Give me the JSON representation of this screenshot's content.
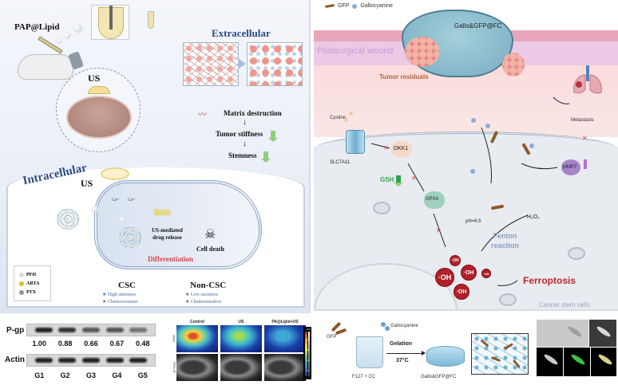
{
  "left_panel": {
    "injection_label": "PAP@Lipid",
    "us_label": "US",
    "extracellular": {
      "title": "Extracellular",
      "steps": [
        "Matrix destruction",
        "Tumor stiffness",
        "Stemness"
      ],
      "arrow_glyph": "↓"
    },
    "intracellular": {
      "title": "Intracellular",
      "us_label": "US",
      "ion_label": "Ca²⁺",
      "ros_label": "ROS",
      "drug_release_line1": "US-mediated",
      "drug_release_line2": "drug release",
      "cell_death_label": "Cell death",
      "differentiation_label": "Differentiation",
      "skull_glyph": "☠"
    },
    "legend": [
      {
        "label": "PFH",
        "color": "#d9dbe0"
      },
      {
        "label": "ARTA",
        "color": "#d4c226"
      },
      {
        "label": "PTX",
        "color": "#9e8f9a"
      }
    ],
    "csc": {
      "title": "CSC",
      "traits": [
        "★ High stemness",
        "★ Chemoresistant"
      ]
    },
    "non_csc": {
      "title": "Non-CSC",
      "traits": [
        "★ Low stemness",
        "★ Chemosensitive"
      ]
    }
  },
  "right_panel": {
    "legend": {
      "gfp": "GFP",
      "gallocyanine": "Gallocyanine"
    },
    "hydrogel_label": "Gallo&GFP@FC",
    "wound_label": "Postsurgical wound",
    "tumor_residuals_label": "Tumor residuals",
    "metastasis_label": "Metastasis",
    "cystine_label": "Cystine",
    "slc_label": "SLC7A11",
    "dkk1_label": "DKK1",
    "gsh_label": "GSH",
    "gpx4_label": "GPX4",
    "mmp7_label": "MMP7",
    "ph_label": "pH=6.5",
    "h2o2_label": "H₂O₂",
    "fenton_line1": "Fenton",
    "fenton_line2": "reaction",
    "oh_label": "·OH",
    "ferroptosis_label": "Ferroptosis",
    "cell_type_label": "Cancer stem cells",
    "colors": {
      "ferroptosis": "#c0272d",
      "gsh": "#2fa550",
      "wound": "#c89bdc"
    }
  },
  "western_blot": {
    "rows": [
      "P-gp",
      "Actin"
    ],
    "groups": [
      "G1",
      "G2",
      "G3",
      "G4",
      "G5"
    ],
    "pgp_relative": [
      "1.00",
      "0.88",
      "0.66",
      "0.67",
      "0.48"
    ]
  },
  "swe_imaging": {
    "columns": [
      "Control",
      "US",
      "PA@Lipid+US"
    ],
    "row_labels": [
      "SWE",
      "B-mode"
    ],
    "colorbar_unit": "kPa",
    "colorbar_ticks": [
      "64",
      "48",
      "32",
      "16"
    ]
  },
  "gel_preparation": {
    "gfp_label": "GFP",
    "gallocyanine_label": "Gallocyanine",
    "solution_label": "F127 + CC",
    "process_label": "Gelation",
    "temperature": "37°C",
    "product_label": "Gallo&GFP@FC"
  }
}
